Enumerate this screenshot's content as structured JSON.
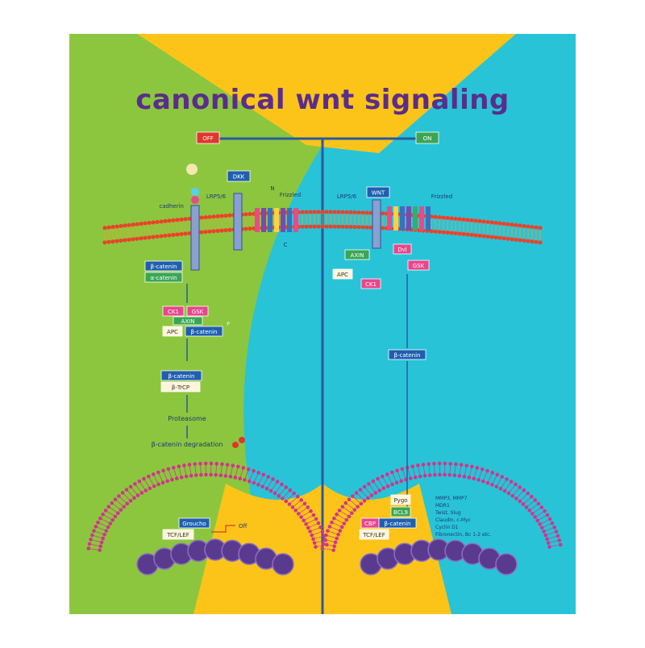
{
  "title": "canonical wnt signaling",
  "switch": {
    "off": "OFF",
    "on": "ON"
  },
  "left": {
    "ligand_label": "DKK",
    "cadherin": "cadherin",
    "receptor": "LRP5/6",
    "frizzled": "Frizzled",
    "n_term": "N",
    "c_term": "C",
    "beta_catenin": "β-catenin",
    "alpha_catenin": "α-catenin",
    "ck1": "CK1",
    "gsk": "GSK",
    "axin": "AXIN",
    "apc": "APC",
    "btrcp": "β-TrCP",
    "proteasome": "Proteasome",
    "degradation": "β-catenin degradation",
    "groucho": "Groucho",
    "tcf": "TCF/LEF",
    "off_label": "Off",
    "phospho": "P"
  },
  "right": {
    "receptor": "LRP5/6",
    "wnt": "WNT",
    "frizzled": "Frizzled",
    "axin": "AXIN",
    "dvl": "Dvl",
    "gsk": "GSK",
    "apc": "APC",
    "ck1": "CK1",
    "beta_catenin": "β-catenin",
    "pygo": "Pygo",
    "bcl9": "BCL9",
    "cbp": "CBP",
    "tcf": "TCF/LEF",
    "targets": [
      "MMP3, MMP7",
      "MDR1",
      "Twist, Slug",
      "Claudin, c-Myc",
      "Cyclin D1",
      "Fibronectin, Bc 1-2 etc."
    ]
  },
  "colors": {
    "green": "#8cc63f",
    "cyan": "#29c3d8",
    "yellow": "#fcc419",
    "blue_box": "#1f5fb0",
    "green_box": "#3aa655",
    "pink_box": "#e8468c",
    "red_box": "#e0362c",
    "membrane_head": "#e8432b",
    "nuclear_head": "#d0358a",
    "chromatin": "#5a3a8f",
    "line": "#2a5aa0"
  }
}
